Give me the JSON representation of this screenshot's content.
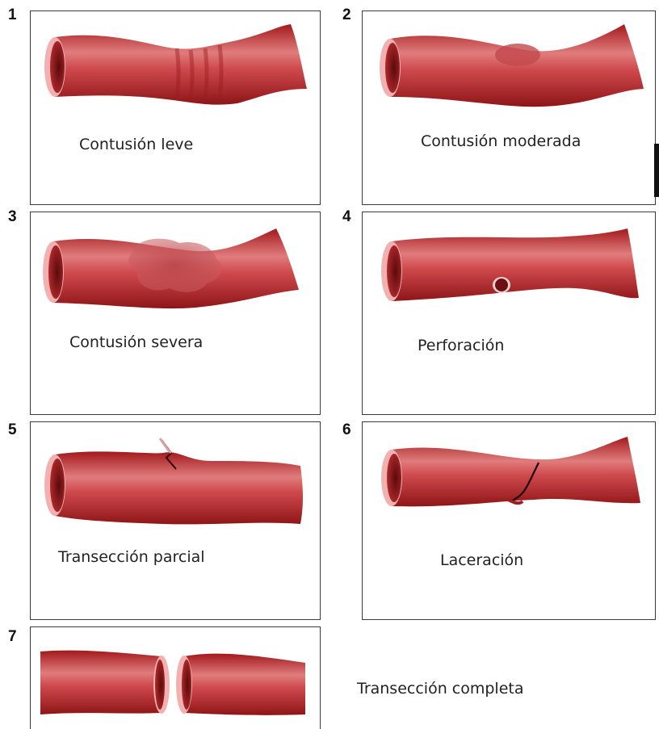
{
  "panels": [
    {
      "number": "1",
      "label": "Contusión leve",
      "icon": "vessel-mild-contusion"
    },
    {
      "number": "2",
      "label": "Contusión moderada",
      "icon": "vessel-moderate-contusion"
    },
    {
      "number": "3",
      "label": "Contusión severa",
      "icon": "vessel-severe-contusion"
    },
    {
      "number": "4",
      "label": "Perforación",
      "icon": "vessel-perforation"
    },
    {
      "number": "5",
      "label": "Transección parcial",
      "icon": "vessel-partial-transection"
    },
    {
      "number": "6",
      "label": "Laceración",
      "icon": "vessel-laceration"
    },
    {
      "number": "7",
      "label": "Transección completa",
      "icon": "vessel-complete-transection"
    }
  ],
  "colors": {
    "vessel_dark": "#9e1a1c",
    "vessel_mid": "#c9393d",
    "vessel_light": "#e8787a",
    "lumen": "#7a1214",
    "rim": "#f3b0b0",
    "border": "#3a3a3a"
  }
}
